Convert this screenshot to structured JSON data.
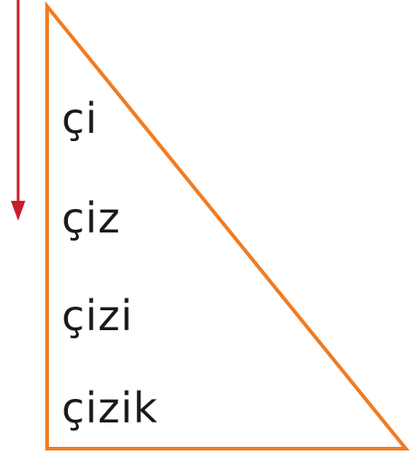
{
  "words": [
    "çi",
    "çiz",
    "çizi",
    "çizik"
  ],
  "colors": {
    "triangle": "#f07c22",
    "arrow": "#c81e2a",
    "text": "#1a1a1a"
  }
}
